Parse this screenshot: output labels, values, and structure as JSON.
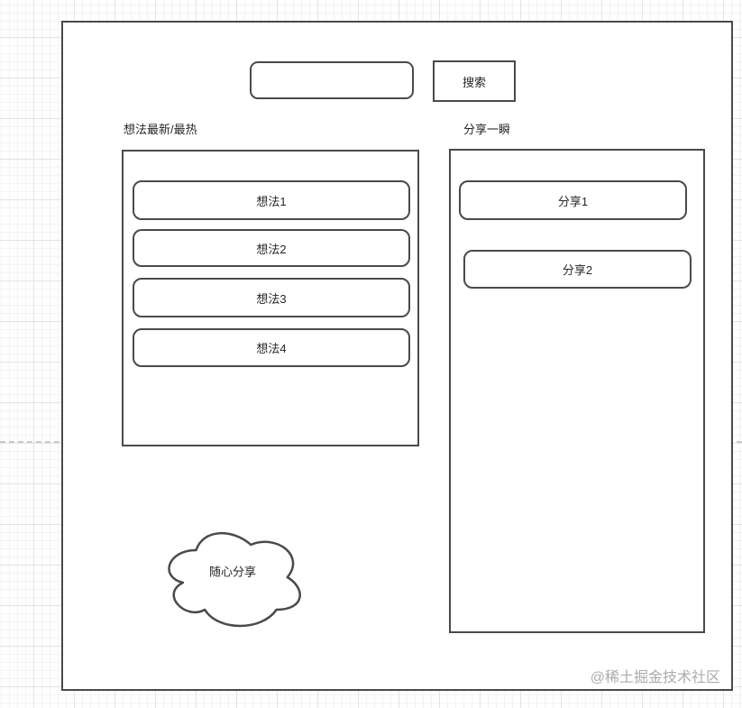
{
  "search": {
    "input_value": "",
    "input_placeholder": "",
    "button_label": "搜索"
  },
  "ideas_section": {
    "label": "想法最新/最热",
    "items": [
      "想法1",
      "想法2",
      "想法3",
      "想法4"
    ]
  },
  "share_section": {
    "label": "分享一瞬",
    "items": [
      "分享1",
      "分享2"
    ]
  },
  "cloud": {
    "label": "随心分享"
  },
  "page": {
    "watermark": "@稀土掘金技术社区"
  },
  "colors": {
    "stroke": "#4a4a4a",
    "text": "#262626",
    "watermark": "#ababab",
    "grid_minor": "#f3f3f3",
    "grid_major": "#e3e3e3",
    "page_guide": "#c9c9c9",
    "fill": "#ffffff"
  }
}
